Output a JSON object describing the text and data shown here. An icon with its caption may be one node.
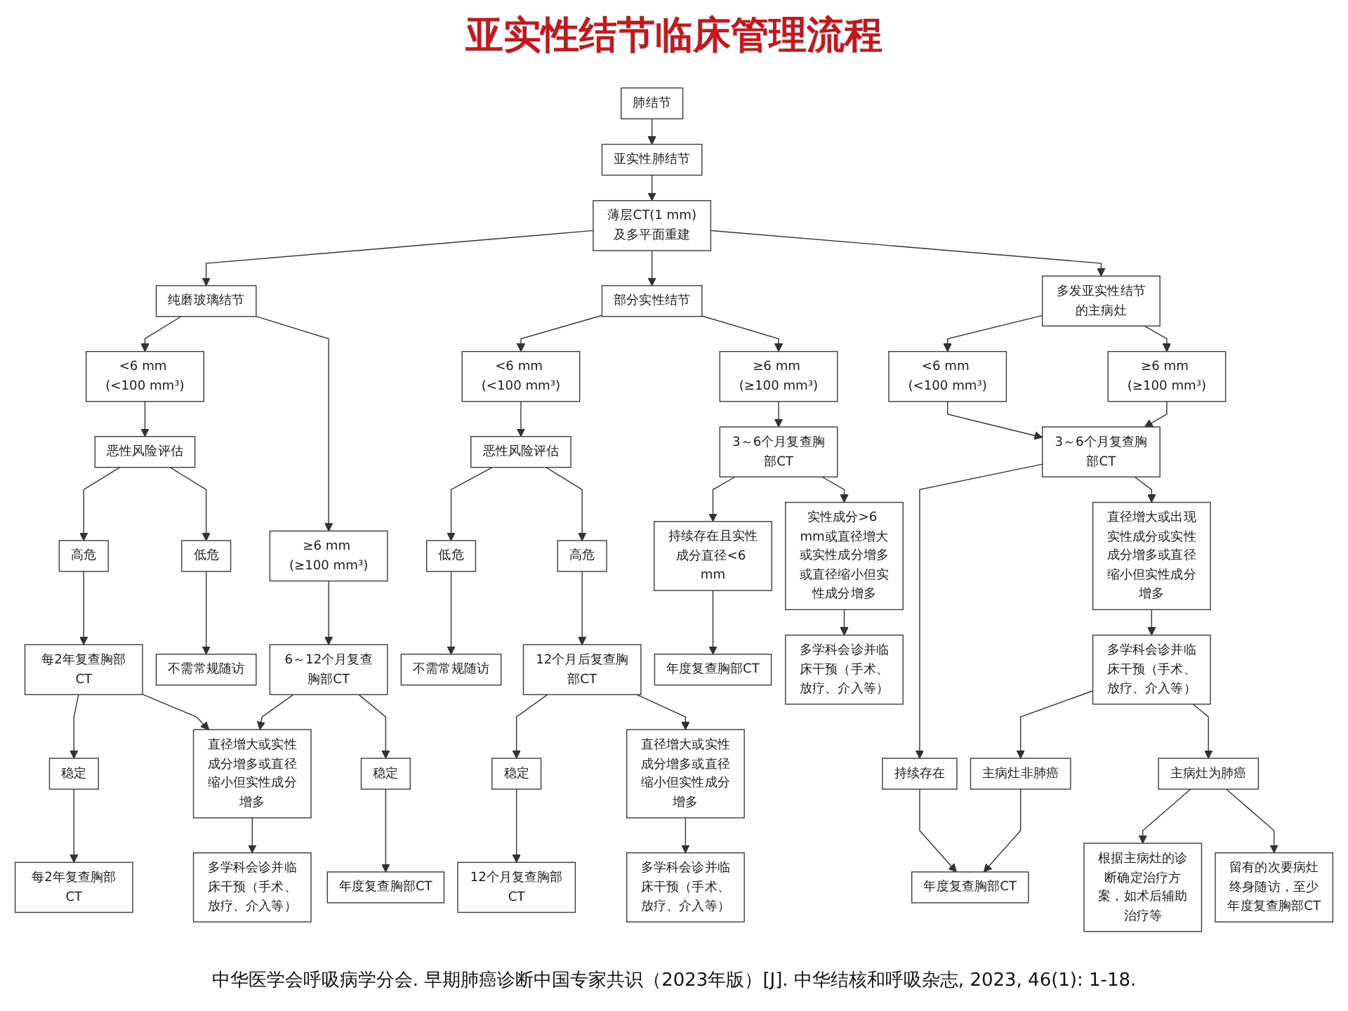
{
  "diagram": {
    "title": "亚实性结节临床管理流程",
    "caption": "中华医学会呼吸病学分会. 早期肺癌诊断中国专家共识（2023年版）[J]. 中华结核和呼吸杂志, 2023, 46(1): 1-18.",
    "nodes": [
      {
        "text": [
          "肺结节"
        ]
      },
      {
        "text": [
          "亚实性肺结节"
        ]
      },
      {
        "text": [
          "薄层CT(1 mm)及多平面重建"
        ]
      },
      {
        "text": [
          "纯磨玻璃结节"
        ]
      },
      {
        "text": [
          "部分实性结节"
        ]
      },
      {
        "text": [
          "多发亚实性结节的主病灶"
        ]
      },
      {
        "text": [
          "<6 mm (<100 mm³)"
        ]
      },
      {
        "text": [
          "≥6 mm (≥100 mm³)"
        ]
      },
      {
        "text": [
          "恶性风险评估"
        ]
      },
      {
        "text": [
          "6～12个月复查胸部CT"
        ]
      },
      {
        "text": [
          "低危"
        ]
      },
      {
        "text": [
          "高危"
        ]
      },
      {
        "text": [
          "不需常规随访"
        ]
      },
      {
        "text": [
          "每2年复查胸部CT"
        ]
      },
      {
        "text": [
          "稳定"
        ]
      },
      {
        "text": [
          "每2年复查胸部CT"
        ]
      },
      {
        "text": [
          "直径增大或实性成分增多或直径缩小但实性成分增多"
        ]
      },
      {
        "text": [
          "多学科会诊并临床干预（手术、放疗、介入等）"
        ]
      },
      {
        "text": [
          "稳定"
        ]
      },
      {
        "text": [
          "年度复查胸部CT"
        ]
      },
      {
        "text": [
          "<6 mm (<100 mm³)"
        ]
      },
      {
        "text": [
          "≥6 mm (≥100 mm³)"
        ]
      },
      {
        "text": [
          "恶性风险评估"
        ]
      },
      {
        "text": [
          "3～6个月复查胸部CT"
        ]
      },
      {
        "text": [
          "低危"
        ]
      },
      {
        "text": [
          "高危"
        ]
      },
      {
        "text": [
          "不需常规随访"
        ]
      },
      {
        "text": [
          "12个月后复查胸部CT"
        ]
      },
      {
        "text": [
          "稳定"
        ]
      },
      {
        "text": [
          "12个月复查胸部CT"
        ]
      },
      {
        "text": [
          "直径增大或实性成分增多或直径缩小但实性成分增多"
        ]
      },
      {
        "text": [
          "多学科会诊并临床干预（手术、放疗、介入等）"
        ]
      },
      {
        "text": [
          "持续存在且实性成分直径<6 mm"
        ]
      },
      {
        "text": [
          "年度复查胸部CT"
        ]
      },
      {
        "text": [
          "实性成分>6 mm或直径增大或实性成分增多或直径缩小但实性成分增多"
        ]
      },
      {
        "text": [
          "多学科会诊并临床干预（手术、放疗、介入等）"
        ]
      },
      {
        "text": [
          "<6 mm (<100 mm³)"
        ]
      },
      {
        "text": [
          "≥6 mm (≥100 mm³)"
        ]
      },
      {
        "text": [
          "3～6个月复查胸部CT"
        ]
      },
      {
        "text": [
          "持续存在"
        ]
      },
      {
        "text": [
          "直径增大或出现实性成分或实性成分增多或直径缩小但实性成分增多"
        ]
      },
      {
        "text": [
          "年度复查胸部CT"
        ]
      },
      {
        "text": [
          "多学科会诊并临床干预（手术、放疗、介入等）"
        ]
      },
      {
        "text": [
          "主病灶非肺癌"
        ]
      },
      {
        "text": [
          "主病灶为肺癌"
        ]
      },
      {
        "text": [
          "根据主病灶的诊断确定治疗方案，如术后辅助治疗等"
        ]
      },
      {
        "text": [
          "留有的次要病灶终身随访，至少年度复查胸部CT"
        ]
      }
    ],
    "edges": [
      {
        "from": 0,
        "to": 1,
        "arrow": "to"
      },
      {
        "from": 1,
        "to": 2,
        "arrow": "to"
      },
      {
        "from": 2,
        "to": 3,
        "arrow": "to"
      },
      {
        "from": 2,
        "to": 4,
        "arrow": "to"
      },
      {
        "from": 2,
        "to": 5,
        "arrow": "to"
      },
      {
        "from": 3,
        "to": 6,
        "arrow": "to"
      },
      {
        "from": 3,
        "to": 7,
        "arrow": "to"
      },
      {
        "from": 6,
        "to": 8,
        "arrow": "to"
      },
      {
        "from": 7,
        "to": 9,
        "arrow": "to"
      },
      {
        "from": 8,
        "to": 10,
        "arrow": "to"
      },
      {
        "from": 8,
        "to": 11,
        "arrow": "to"
      },
      {
        "from": 10,
        "to": 12,
        "arrow": "to"
      },
      {
        "from": 11,
        "to": 13,
        "arrow": "to"
      },
      {
        "from": 13,
        "to": 14,
        "arrow": "to"
      },
      {
        "from": 13,
        "to": 16,
        "arrow": "to"
      },
      {
        "from": 14,
        "to": 15,
        "arrow": "to"
      },
      {
        "from": 16,
        "to": 17,
        "arrow": "to"
      },
      {
        "from": 9,
        "to": 18,
        "arrow": "to"
      },
      {
        "from": 9,
        "to": 16,
        "arrow": "to"
      },
      {
        "from": 18,
        "to": 19,
        "arrow": "to"
      },
      {
        "from": 4,
        "to": 20,
        "arrow": "to"
      },
      {
        "from": 4,
        "to": 21,
        "arrow": "to"
      },
      {
        "from": 20,
        "to": 22,
        "arrow": "to"
      },
      {
        "from": 21,
        "to": 23,
        "arrow": "to"
      },
      {
        "from": 22,
        "to": 24,
        "arrow": "to"
      },
      {
        "from": 22,
        "to": 25,
        "arrow": "to"
      },
      {
        "from": 24,
        "to": 26,
        "arrow": "to"
      },
      {
        "from": 25,
        "to": 27,
        "arrow": "to"
      },
      {
        "from": 27,
        "to": 28,
        "arrow": "to"
      },
      {
        "from": 27,
        "to": 30,
        "arrow": "to"
      },
      {
        "from": 28,
        "to": 29,
        "arrow": "to"
      },
      {
        "from": 30,
        "to": 31,
        "arrow": "to"
      },
      {
        "from": 23,
        "to": 32,
        "arrow": "to"
      },
      {
        "from": 23,
        "to": 34,
        "arrow": "to"
      },
      {
        "from": 32,
        "to": 33,
        "arrow": "to"
      },
      {
        "from": 34,
        "to": 35,
        "arrow": "to"
      },
      {
        "from": 5,
        "to": 36,
        "arrow": "to"
      },
      {
        "from": 5,
        "to": 37,
        "arrow": "to"
      },
      {
        "from": 36,
        "to": 38,
        "arrow": "to"
      },
      {
        "from": 37,
        "to": 38,
        "arrow": "to"
      },
      {
        "from": 38,
        "to": 39,
        "arrow": "to"
      },
      {
        "from": 38,
        "to": 40,
        "arrow": "to"
      },
      {
        "from": 39,
        "to": 41,
        "arrow": "to"
      },
      {
        "from": 40,
        "to": 42,
        "arrow": "to"
      },
      {
        "from": 42,
        "to": 43,
        "arrow": "to"
      },
      {
        "from": 42,
        "to": 44,
        "arrow": "to"
      },
      {
        "from": 43,
        "to": 41,
        "arrow": "to"
      },
      {
        "from": 44,
        "to": 45,
        "arrow": "to"
      },
      {
        "from": 44,
        "to": 46,
        "arrow": "to"
      }
    ]
  }
}
